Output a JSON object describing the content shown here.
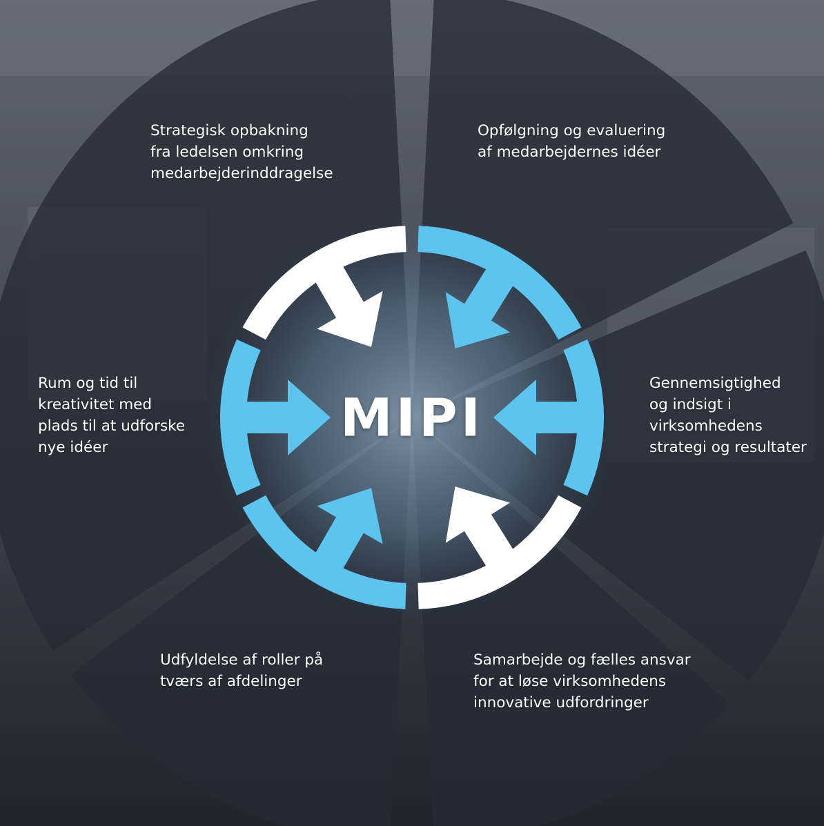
{
  "title": "MIPI",
  "colors": {
    "accent": "#5cc4ef",
    "white": "#ffffff",
    "sector_dark": "#252c36",
    "background": "#2b3138"
  },
  "labels": {
    "top_left": "Strategisk opbakning\nfra ledelsen omkring\nmedarbejderinddragelse",
    "top_right": "Opfølgning og evaluering\naf medarbejdernes idéer",
    "left": "Rum og tid til\nkreativitet med\nplads til at udforske\nnye idéer",
    "right": "Gennemsigtighed\nog indsigt i\nvirksomhedens\nstrategi og resultater",
    "bottom_left": "Udfyldelse af roller på\ntværs af afdelinger",
    "bottom_right": "Samarbejde og fælles ansvar\nfor at løse virksomhedens\ninnovative udfordringer"
  },
  "segments": [
    {
      "id": "top-left",
      "color": "white"
    },
    {
      "id": "top-right",
      "color": "accent"
    },
    {
      "id": "right",
      "color": "accent"
    },
    {
      "id": "bottom-right",
      "color": "white"
    },
    {
      "id": "bottom-left",
      "color": "accent"
    },
    {
      "id": "left",
      "color": "accent"
    }
  ]
}
